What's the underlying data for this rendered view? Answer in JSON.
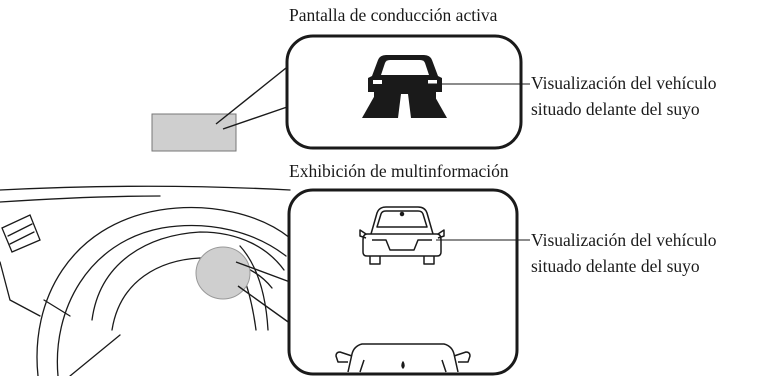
{
  "top_section": {
    "title": "Pantalla de conducción activa",
    "callout_line1": "Visualización del vehículo",
    "callout_line2": "situado delante del suyo",
    "car_icon": "front-car-on-road-icon"
  },
  "bottom_section": {
    "title": "Exhibición de multinformación",
    "callout_line1": "Visualización del vehículo",
    "callout_line2": "situado delante del suyo",
    "lead_car_icon": "rear-view-car-outline-icon",
    "own_car_icon": "own-car-hood-icon"
  },
  "colors": {
    "stroke": "#1a1a1a",
    "highlight_fill": "#cfcfcf",
    "background": "#ffffff"
  }
}
